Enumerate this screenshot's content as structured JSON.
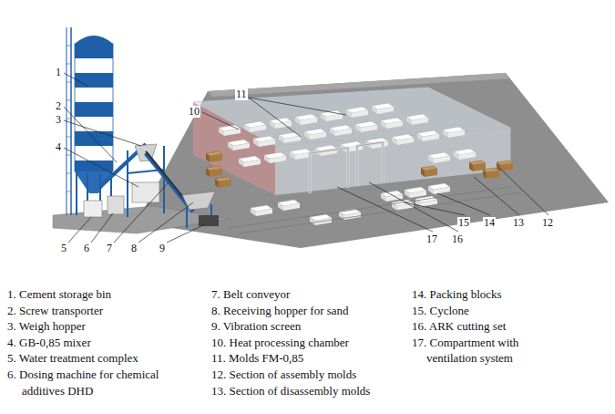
{
  "diagram": {
    "labels": [
      "1",
      "2",
      "3",
      "4",
      "5",
      "6",
      "7",
      "8",
      "9",
      "10",
      "11",
      "12",
      "13",
      "14",
      "15",
      "16",
      "17",
      "1. Cement storage bin",
      "2. Screw transporter",
      "3. Weigh hopper",
      "4. GB-0,85 mixer",
      "5. Water treatment complex",
      "6. Dosing machine for chemical additives DHD",
      "7. Belt conveyor",
      "8. Receiving hopper for sand",
      "9. Vibration screen",
      "10. Heat processing chamber",
      "11. Molds FM-0,85",
      "12. Section of assembly molds",
      "13. Section of disassembly molds",
      "14. Packing blocks",
      "15. Cyclone",
      "16. ARK cutting set",
      "17. Compartment with ventilation system"
    ]
  }
}
